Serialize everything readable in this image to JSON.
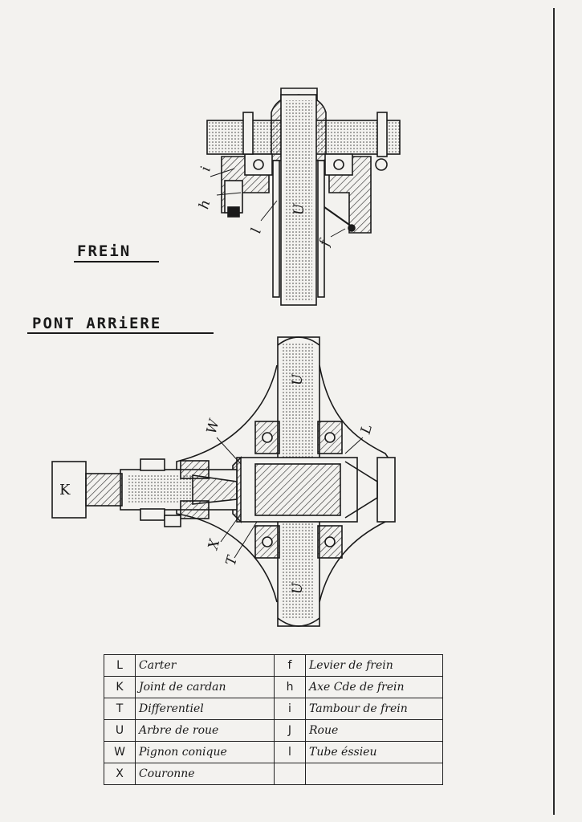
{
  "titles": {
    "frein": "FREiN",
    "pont_arriere": "PONT ARRiERE"
  },
  "labels_top": {
    "h": "h",
    "i": "i",
    "l": "l",
    "U": "U",
    "f": "f"
  },
  "labels_bottom": {
    "K": "K",
    "W": "W",
    "L": "L",
    "U_top": "U",
    "U_bottom": "U",
    "X": "X",
    "T": "T"
  },
  "legend": {
    "rows": [
      {
        "left_key": "L",
        "left_value": "Carter",
        "right_key": "f",
        "right_value": "Levier de frein"
      },
      {
        "left_key": "K",
        "left_value": "Joint de cardan",
        "right_key": "h",
        "right_value": "Axe Cde de frein"
      },
      {
        "left_key": "T",
        "left_value": "Differentiel",
        "right_key": "i",
        "right_value": "Tambour de frein"
      },
      {
        "left_key": "U",
        "left_value": "Arbre de roue",
        "right_key": "J",
        "right_value": "Roue"
      },
      {
        "left_key": "W",
        "left_value": "Pignon conique",
        "right_key": "l",
        "right_value": "Tube éssieu"
      },
      {
        "left_key": "X",
        "left_value": "Couronne",
        "right_key": "",
        "right_value": ""
      }
    ]
  }
}
